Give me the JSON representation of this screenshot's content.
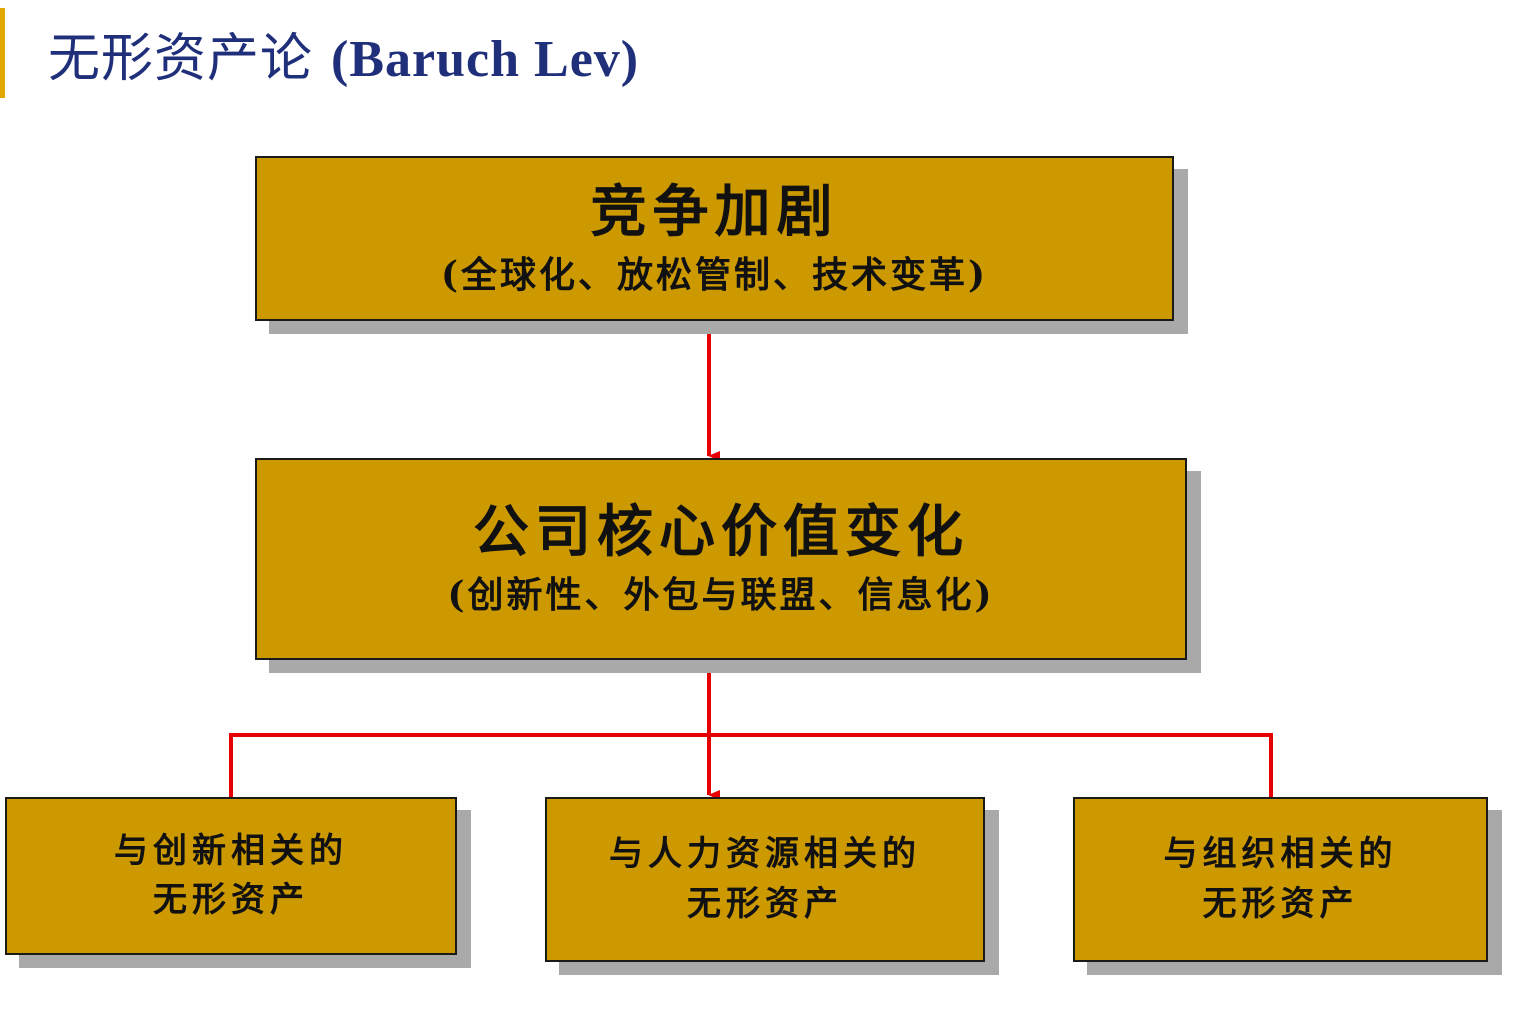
{
  "header": {
    "title_cn": "无形资产论",
    "title_latin": "(Baruch Lev)"
  },
  "diagram": {
    "top": {
      "title": "竞争加剧",
      "subtitle": "(全球化、放松管制、技术变革)"
    },
    "middle": {
      "title": "公司核心价值变化",
      "subtitle": "(创新性、外包与联盟、信息化)"
    },
    "bottom": [
      {
        "line1": "与创新相关的",
        "line2": "无形资产"
      },
      {
        "line1": "与人力资源相关的",
        "line2": "无形资产"
      },
      {
        "line1": "与组织相关的",
        "line2": "无形资产"
      }
    ]
  },
  "colors": {
    "box_fill": "#cc9900",
    "shadow": "#a9a9a9",
    "arrow": "#e60000",
    "title_text": "#1f2f7a",
    "accent": "#e0a800"
  }
}
